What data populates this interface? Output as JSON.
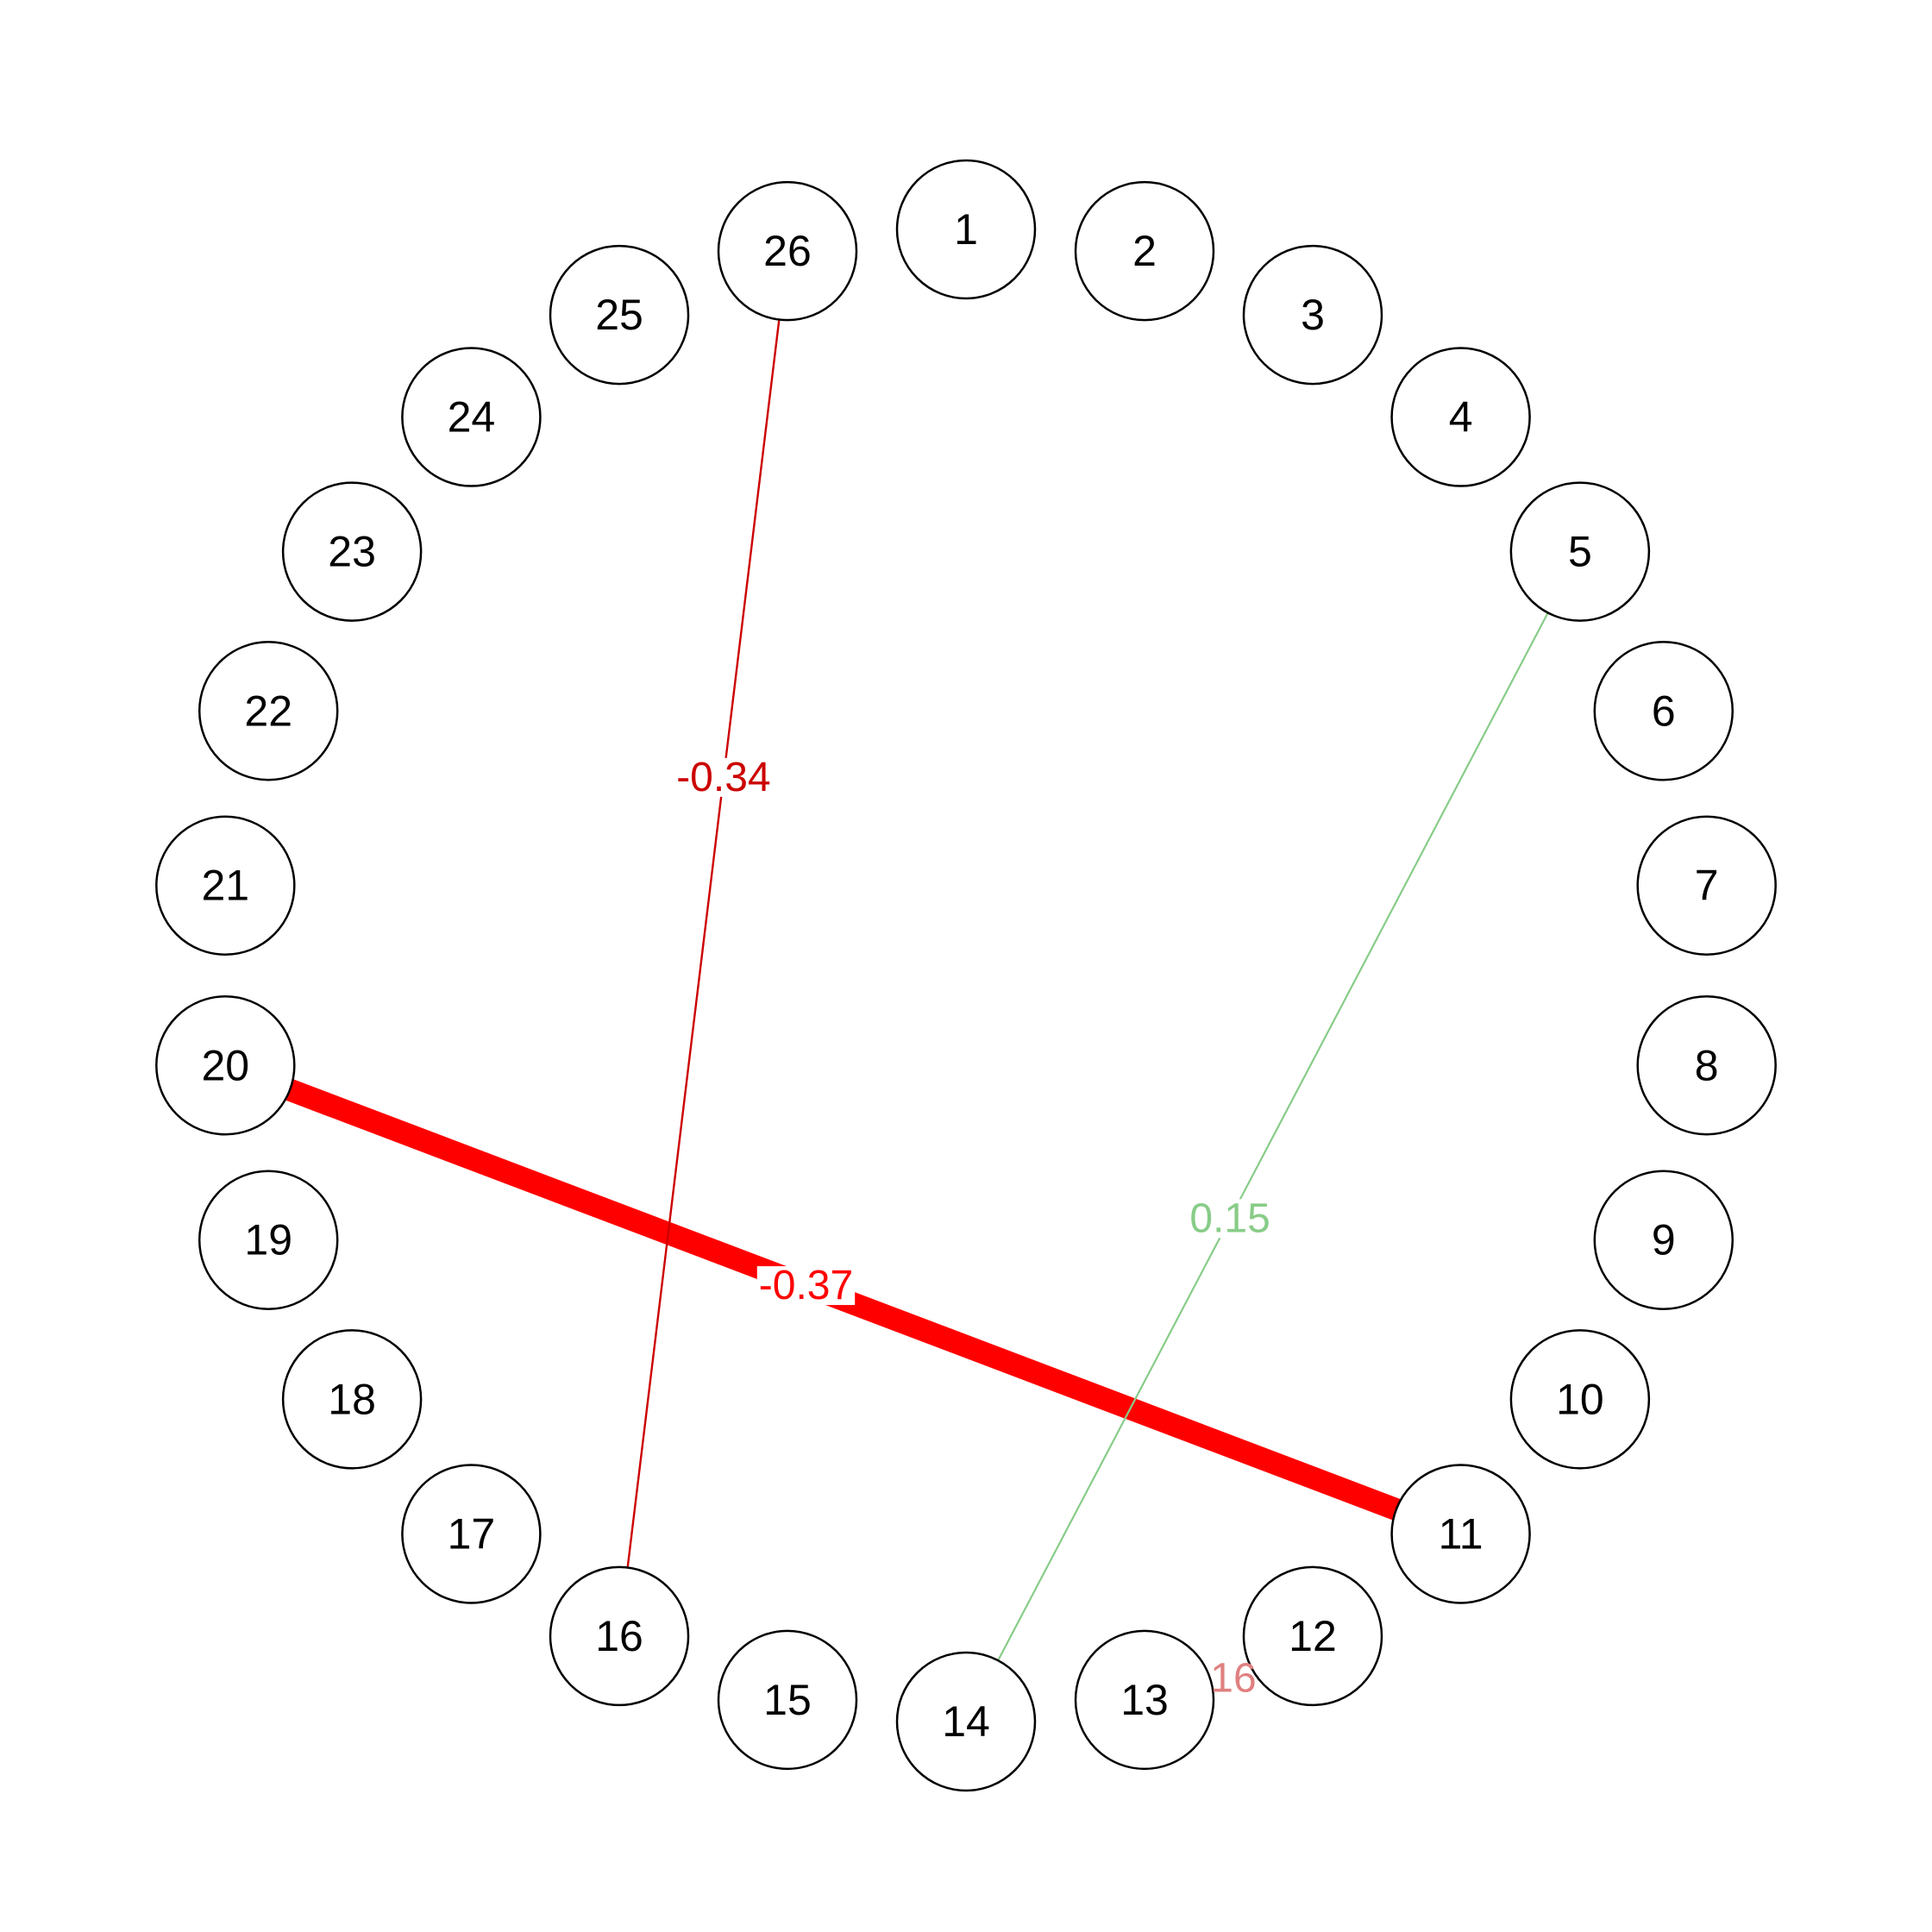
{
  "nodes": [
    "1",
    "2",
    "3",
    "4",
    "5",
    "6",
    "7",
    "8",
    "9",
    "10",
    "11",
    "12",
    "13",
    "14",
    "15",
    "16",
    "17",
    "18",
    "19",
    "20",
    "21",
    "22",
    "23",
    "24",
    "25",
    "26"
  ],
  "edges": [
    {
      "from": "20",
      "to": "11",
      "weight": "-0.37",
      "color": "#ff0000",
      "label_color": "#ff0000"
    },
    {
      "from": "26",
      "to": "16",
      "weight": "-0.34",
      "color": "#cc0000",
      "label_color": "#cc0000"
    },
    {
      "from": "5",
      "to": "14",
      "weight": "0.15",
      "color": "#88cc88",
      "label_color": "#88cc88"
    }
  ],
  "partial_label": {
    "text": "16",
    "color": "#e08080"
  }
}
